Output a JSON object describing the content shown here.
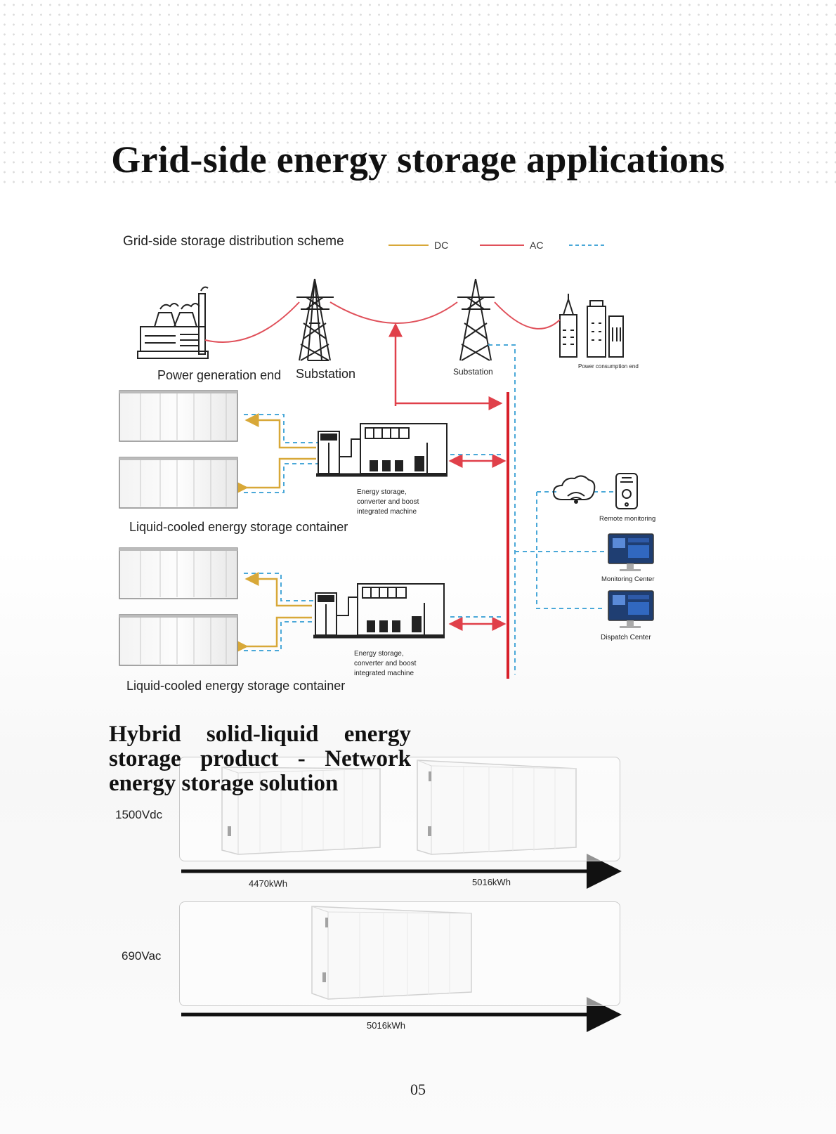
{
  "title": "Grid-side energy storage applications",
  "scheme_title": "Grid-side storage distribution scheme",
  "legend": {
    "dc": "DC",
    "ac": "AC",
    "dc_color": "#d8a838",
    "ac_color": "#e0505a",
    "comm_color": "#4aa8d8"
  },
  "nodes": {
    "power_generation": "Power generation end",
    "substation_1": "Substation",
    "substation_2": "Substation",
    "power_consumption": "Power consumption end"
  },
  "machine_label": "Energy storage, converter and boost integrated machine",
  "container_label": "Liquid-cooled energy storage container",
  "monitoring": {
    "remote": "Remote monitoring",
    "monitoring_center": "Monitoring Center",
    "dispatch_center": "Dispatch Center"
  },
  "hybrid_title": "Hybrid solid-liquid energy storage product - Network energy storage solution",
  "rows": [
    {
      "voltage": "1500Vdc",
      "capacities": [
        "4470kWh",
        "5016kWh"
      ]
    },
    {
      "voltage": "690Vac",
      "capacities": [
        "5016kWh"
      ]
    }
  ],
  "page_number": "05"
}
